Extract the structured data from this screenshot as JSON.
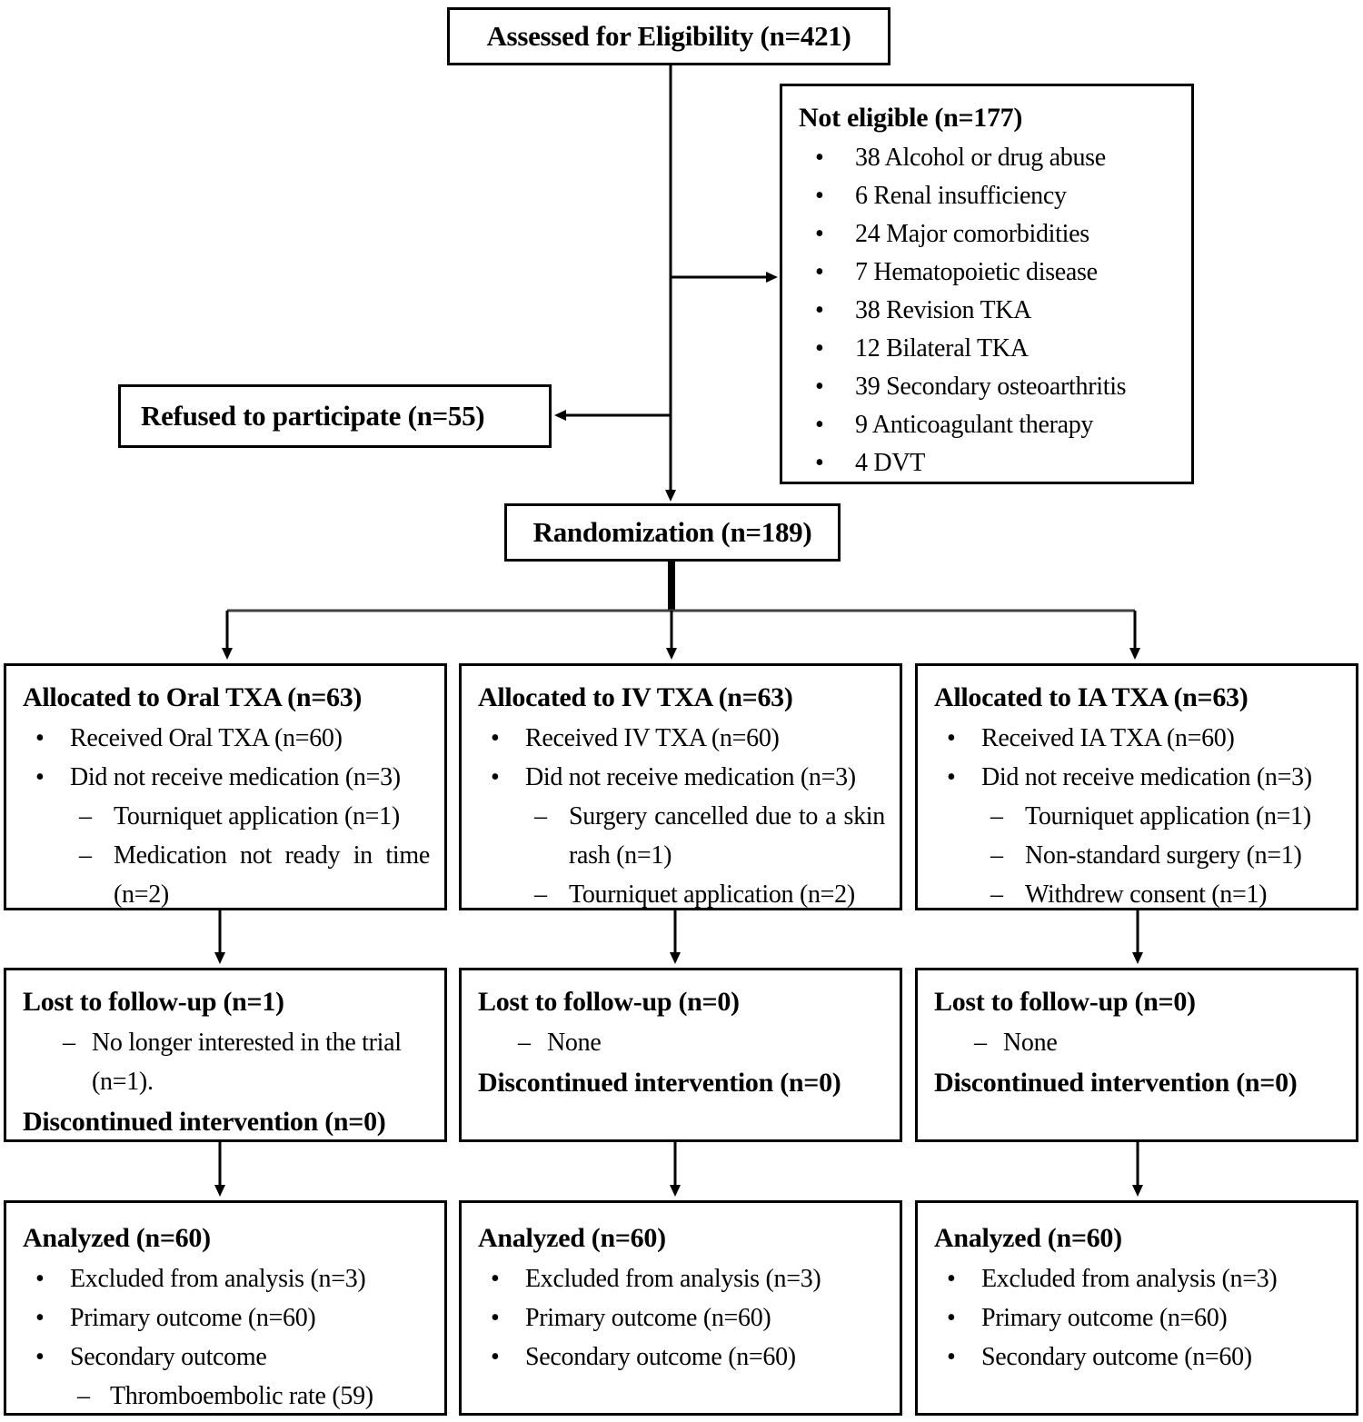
{
  "markers": {
    "bullet": "•",
    "dash": "–"
  },
  "assessed": {
    "label": "Assessed for Eligibility (n=421)"
  },
  "not_eligible": {
    "title": "Not eligible (n=177)",
    "items": [
      "38 Alcohol or drug abuse",
      "6 Renal insufficiency",
      "24 Major comorbidities",
      "7 Hematopoietic disease",
      "38 Revision TKA",
      "12 Bilateral TKA",
      "39 Secondary osteoarthritis",
      "9 Anticoagulant therapy",
      "4 DVT"
    ]
  },
  "refused": {
    "label": "Refused to participate (n=55)"
  },
  "randomization": {
    "label": "Randomization (n=189)"
  },
  "allocation": [
    {
      "title": "Allocated to Oral TXA (n=63)",
      "received": "Received Oral TXA (n=60)",
      "not_received": "Did not receive medication (n=3)",
      "reasons": [
        "Tourniquet application (n=1)",
        "Medication not ready in time (n=2)"
      ]
    },
    {
      "title": "Allocated to IV TXA (n=63)",
      "received": "Received IV TXA (n=60)",
      "not_received": "Did not receive medication (n=3)",
      "reasons": [
        "Surgery cancelled due to a skin rash (n=1)",
        "Tourniquet application (n=2)"
      ]
    },
    {
      "title": "Allocated to IA TXA (n=63)",
      "received": "Received IA TXA (n=60)",
      "not_received": "Did not receive medication (n=3)",
      "reasons": [
        "Tourniquet application (n=1)",
        "Non-standard surgery (n=1)",
        "Withdrew consent (n=1)"
      ]
    }
  ],
  "follow_up": [
    {
      "lost_title": "Lost to follow-up (n=1)",
      "lost_reason": "No longer interested in the trial (n=1).",
      "discontinued_title": "Discontinued intervention (n=0)"
    },
    {
      "lost_title": "Lost to follow-up (n=0)",
      "lost_reason": "None",
      "discontinued_title": "Discontinued intervention (n=0)"
    },
    {
      "lost_title": "Lost to follow-up (n=0)",
      "lost_reason": "None",
      "discontinued_title": "Discontinued intervention (n=0)"
    }
  ],
  "analyzed": [
    {
      "title": "Analyzed (n=60)",
      "excluded": "Excluded from analysis (n=3)",
      "primary": "Primary outcome (n=60)",
      "secondary": "Secondary outcome",
      "secondary_sub": "Thromboembolic rate (59)"
    },
    {
      "title": "Analyzed (n=60)",
      "excluded": "Excluded from analysis (n=3)",
      "primary": "Primary outcome (n=60)",
      "secondary": "Secondary outcome (n=60)"
    },
    {
      "title": "Analyzed (n=60)",
      "excluded": "Excluded from analysis (n=3)",
      "primary": "Primary outcome (n=60)",
      "secondary": "Secondary outcome (n=60)"
    }
  ]
}
